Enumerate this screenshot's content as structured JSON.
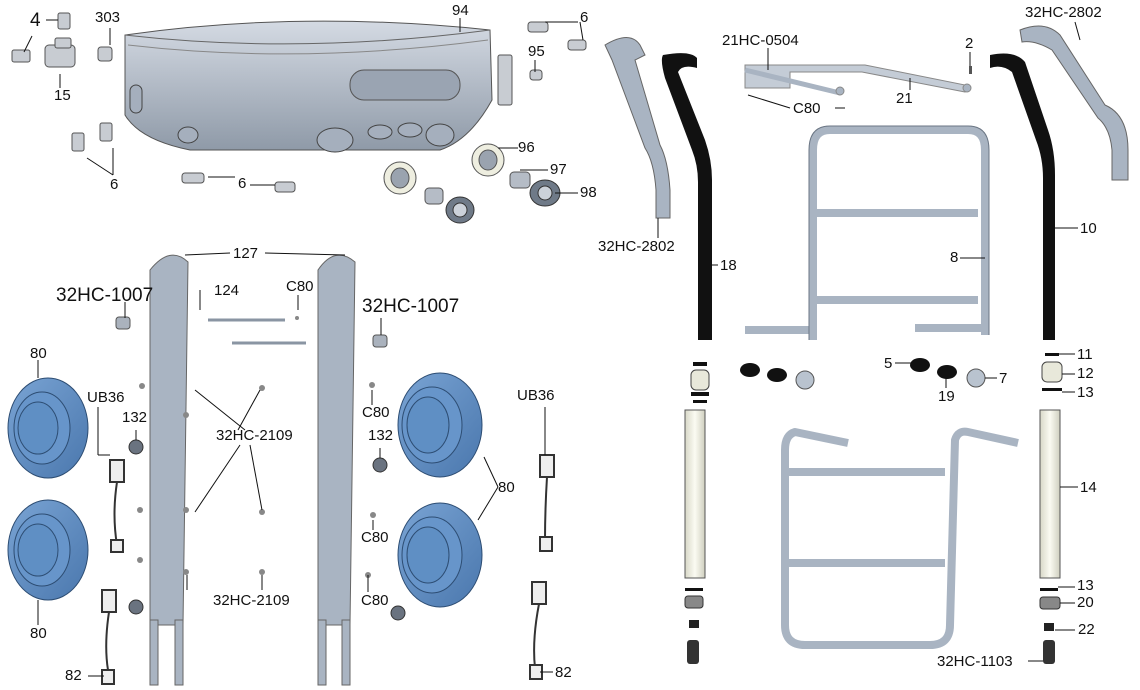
{
  "title": "Exploded parts diagram",
  "colors": {
    "tube_gray": "#a9b4c2",
    "tube_dark": "#7d8794",
    "grip_black": "#111111",
    "wheel_blue": "#5f8fc4",
    "tank_gray": "#b8c1cd",
    "sleeve_white": "#eeeee0",
    "leader": "#111111"
  },
  "callouts": {
    "c4": "4",
    "c303": "303",
    "c15": "15",
    "c94": "94",
    "c6a": "6",
    "c95": "95",
    "c6b": "6",
    "c6c": "6",
    "c96": "96",
    "c97": "97",
    "c98": "98",
    "c32hc2802a": "32HC-2802",
    "c21hc0504": "21HC-0504",
    "c2": "2",
    "c32hc2802b": "32HC-2802",
    "c21": "21",
    "c80top": "C80",
    "c18": "18",
    "c10": "10",
    "c8": "8",
    "c127": "127",
    "c124": "124",
    "c80b": "C80",
    "c1007a": "32HC-1007",
    "c1007b": "32HC-1007",
    "c80w1": "80",
    "cub36a": "UB36",
    "c132a": "132",
    "c2109a": "32HC-2109",
    "c80c": "C80",
    "c132b": "132",
    "cub36b": "UB36",
    "c80w2": "80",
    "c80d": "C80",
    "c2109b": "32HC-2109",
    "c80e": "C80",
    "c80w3": "80",
    "c82a": "82",
    "c82b": "82",
    "c5": "5",
    "c7": "7",
    "c19": "19",
    "c11": "11",
    "c12": "12",
    "c13a": "13",
    "c14": "14",
    "c13b": "13",
    "c20": "20",
    "c22": "22",
    "c1103": "32HC-1103"
  }
}
